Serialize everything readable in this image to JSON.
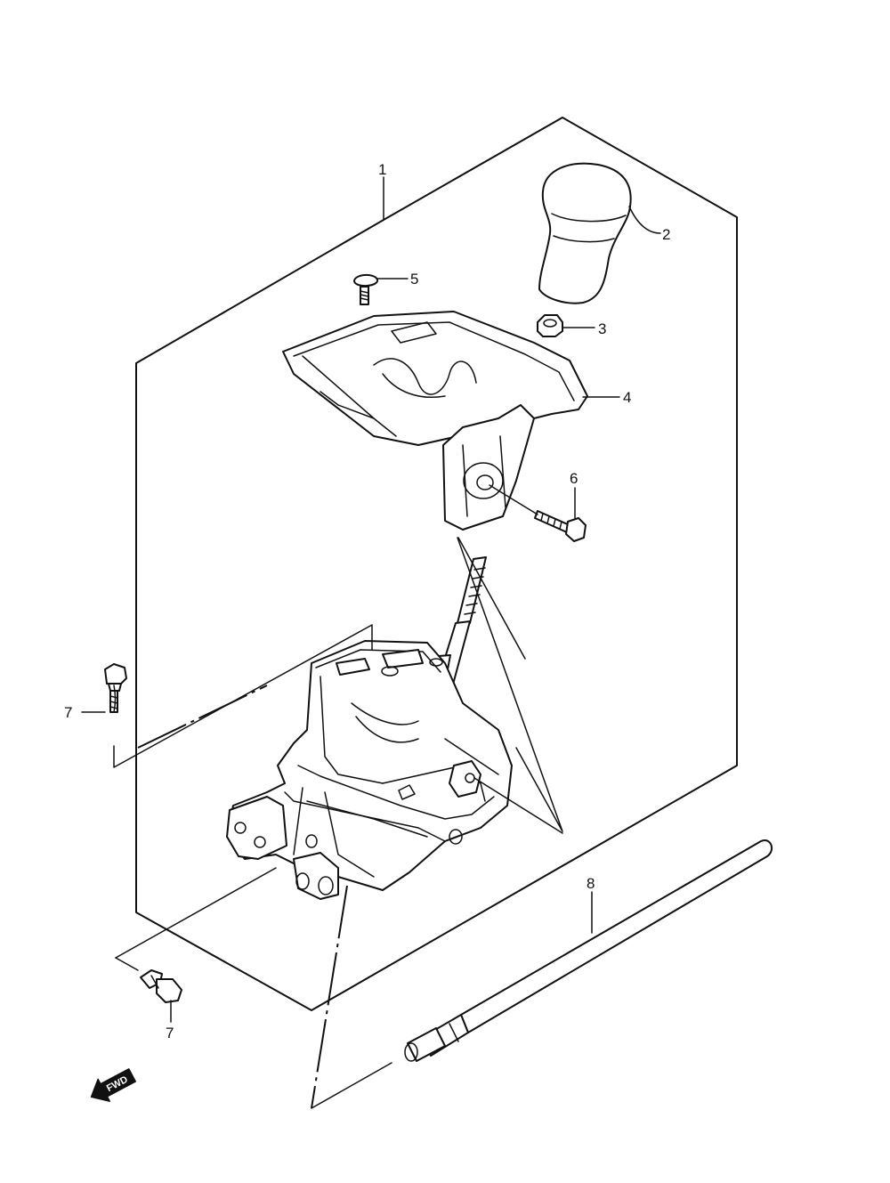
{
  "callouts": {
    "c1": "1",
    "c2": "2",
    "c3": "3",
    "c4": "4",
    "c5": "5",
    "c6": "6",
    "c7a": "7",
    "c7b": "7",
    "c8": "8"
  },
  "fwd_label": "FWD"
}
